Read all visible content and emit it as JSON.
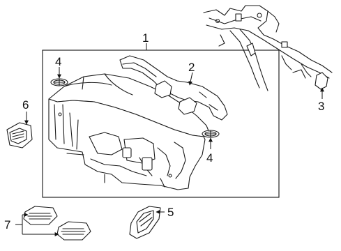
{
  "callouts": {
    "c1": "1",
    "c2": "2",
    "c3": "3",
    "c4a": "4",
    "c4b": "4",
    "c5": "5",
    "c6": "6",
    "c7": "7"
  },
  "colors": {
    "line": "#1a1a1a",
    "background": "#ffffff"
  }
}
